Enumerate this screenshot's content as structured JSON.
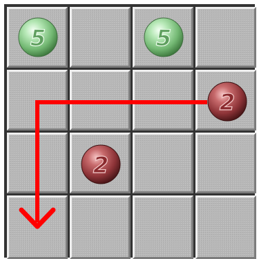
{
  "board": {
    "rows": 4,
    "cols": 4,
    "balls": [
      {
        "row": 0,
        "col": 0,
        "value": "5",
        "color": "green"
      },
      {
        "row": 0,
        "col": 2,
        "value": "5",
        "color": "green"
      },
      {
        "row": 1,
        "col": 3,
        "value": "2",
        "color": "red"
      },
      {
        "row": 2,
        "col": 1,
        "value": "2",
        "color": "red"
      }
    ],
    "path": {
      "color": "#ff0000",
      "from": {
        "row": 1,
        "col": 3
      },
      "corner": {
        "row": 1,
        "col": 0
      },
      "to": {
        "row": 3,
        "col": 0
      }
    }
  },
  "colors": {
    "cell": "#b7b7b7",
    "grid": "#333333",
    "green_ball": "#8fd08f",
    "red_ball": "#b4474b",
    "arrow": "#ff0000"
  }
}
